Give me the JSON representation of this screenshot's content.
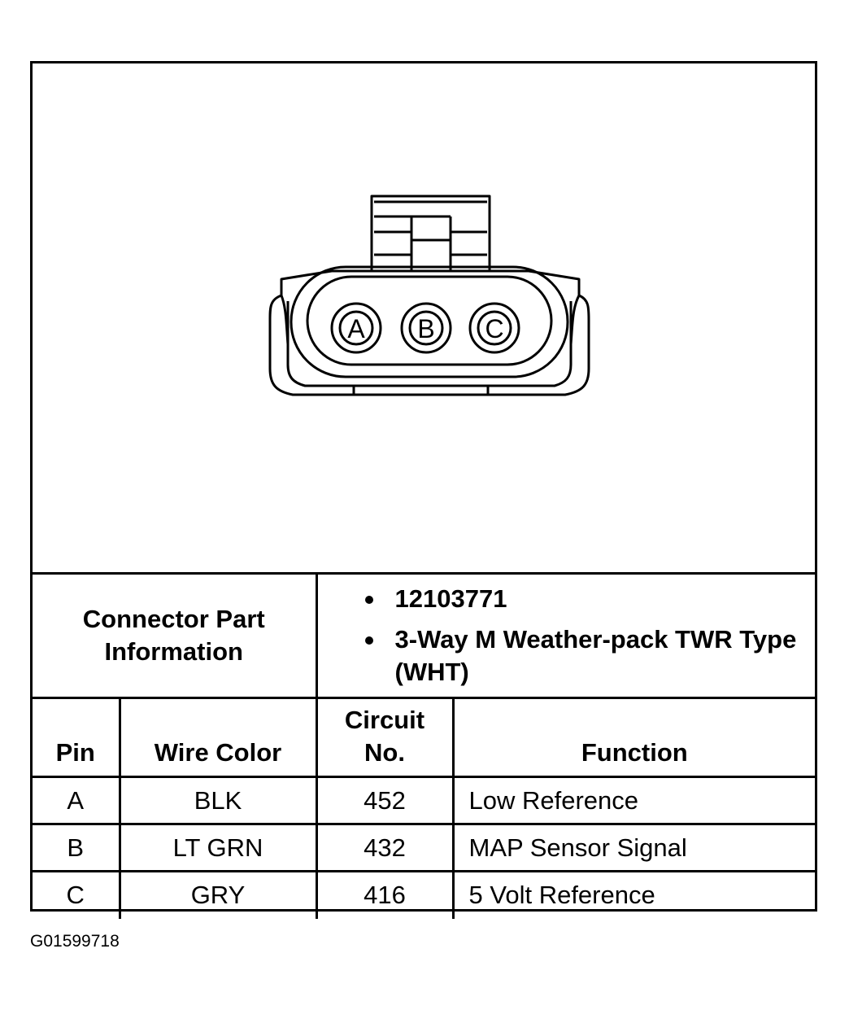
{
  "connector": {
    "pins": [
      "A",
      "B",
      "C"
    ]
  },
  "part_info": {
    "label_line1": "Connector Part",
    "label_line2": "Information",
    "items": [
      "12103771",
      "3-Way M Weather-pack TWR Type (WHT)"
    ]
  },
  "table": {
    "headers": {
      "pin": "Pin",
      "wire_color": "Wire Color",
      "circuit_line1": "Circuit",
      "circuit_line2": "No.",
      "function": "Function"
    },
    "rows": [
      {
        "pin": "A",
        "wire_color": "BLK",
        "circuit": "452",
        "function": "Low Reference"
      },
      {
        "pin": "B",
        "wire_color": "LT GRN",
        "circuit": "432",
        "function": "MAP Sensor Signal"
      },
      {
        "pin": "C",
        "wire_color": "GRY",
        "circuit": "416",
        "function": "5 Volt Reference"
      }
    ]
  },
  "figure_id": "G01599718"
}
